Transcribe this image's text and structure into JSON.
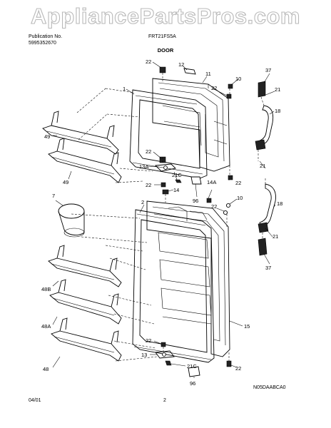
{
  "watermark": "AppliancePartsPros.com",
  "header": {
    "publication_label": "Publication No.",
    "publication_number": "5995352670",
    "model": "FRT21FS5A",
    "section_title": "DOOR"
  },
  "footer": {
    "date": "04/01",
    "page_number": "2",
    "diagram_code": "N05DAABCA0"
  },
  "callouts": {
    "freezer_door_frame": "1",
    "freezer_door_top_hinge_screw": "22",
    "freezer_door_plug": "12",
    "freezer_door_assembly": "11",
    "freezer_door_handle_screw_top": "10",
    "freezer_door_handle_screw_22": "22",
    "freezer_handle_cap_top": "37",
    "freezer_handle_21_top": "21",
    "freezer_handle": "18",
    "freezer_shelf_49_top": "49",
    "freezer_shelf_49_bottom": "49",
    "freezer_bottom_screw_22": "22",
    "freezer_hinge_13A": "13A",
    "freezer_bushing_21C": "21C",
    "freezer_stop_96": "96",
    "freezer_right_screw_22": "22",
    "freezer_handle_21_bottom": "21",
    "fresh_door_top_screw_22": "22",
    "fresh_door_14": "14",
    "fresh_door_14A": "14A",
    "fresh_handle_screw_10": "10",
    "fresh_handle_screw_22": "22",
    "fresh_handle_18": "18",
    "fresh_handle_21": "21",
    "fresh_handle_cap_37": "37",
    "butter_dish_7": "7",
    "fresh_door_frame_2": "2",
    "fresh_shelf_48B": "48B",
    "fresh_shelf_48A": "48A",
    "fresh_shelf_48": "48",
    "fresh_door_assembly_15": "15",
    "fresh_bottom_screw_22": "22",
    "fresh_hinge_13": "13",
    "fresh_bushing_21C": "21C",
    "fresh_stop_96": "96",
    "fresh_right_bottom_screw_22": "22"
  }
}
